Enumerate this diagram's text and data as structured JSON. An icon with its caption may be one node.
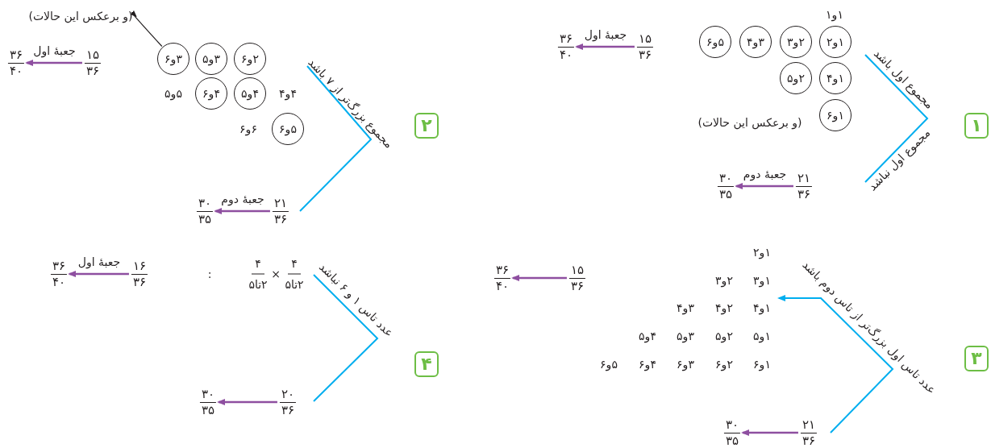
{
  "diagram": {
    "nodes": [
      {
        "text": [
          "۱"
        ]
      },
      {
        "text": [
          "۱و۲"
        ]
      },
      {
        "text": [
          "۲و۳"
        ]
      },
      {
        "text": [
          "۳و۴"
        ]
      },
      {
        "text": [
          "۵و۶"
        ]
      },
      {
        "text": [
          "۱و۴"
        ]
      },
      {
        "text": [
          "۲و۵"
        ]
      },
      {
        "text": [
          "۱و۶"
        ]
      },
      {
        "text": [
          "۱۵",
          "۳۶"
        ]
      },
      {
        "text": [
          "۳۶",
          "۴۰"
        ]
      },
      {
        "text": [
          "۲۱",
          "۳۶"
        ]
      },
      {
        "text": [
          "۳۰",
          "۳۵"
        ]
      },
      {
        "text": [
          "۲"
        ]
      },
      {
        "text": [
          "(و برعکس این حالات)"
        ]
      },
      {
        "text": [
          "۲و۶"
        ]
      },
      {
        "text": [
          "۳و۵"
        ]
      },
      {
        "text": [
          "۳و۶"
        ]
      },
      {
        "text": [
          "۴و۵"
        ]
      },
      {
        "text": [
          "۴و۶"
        ]
      },
      {
        "text": [
          "۵و۶"
        ]
      },
      {
        "text": [
          "۱۵",
          "۳۶"
        ]
      },
      {
        "text": [
          "۳۶",
          "۴۰"
        ]
      },
      {
        "text": [
          "۲۱",
          "۳۶"
        ]
      },
      {
        "text": [
          "۳۰",
          "۳۵"
        ]
      },
      {
        "text": [
          "۳"
        ]
      },
      {
        "text": [
          "۱۵",
          "۳۶"
        ]
      },
      {
        "text": [
          "۳۶",
          "۴۰"
        ]
      },
      {
        "text": [
          "۲۱",
          "۳۶"
        ]
      },
      {
        "text": [
          "۳۰",
          "۳۵"
        ]
      },
      {
        "text": [
          "۴"
        ]
      },
      {
        "text": [
          "۱۶",
          "۳۶"
        ]
      },
      {
        "text": [
          "۳۶",
          "۴۰"
        ]
      },
      {
        "text": [
          "۲۰",
          "۳۶"
        ]
      },
      {
        "text": [
          "۳۰",
          "۳۵"
        ]
      }
    ],
    "edges": [
      {
        "from": 8,
        "to": 9,
        "arrow": "to",
        "label": "جعبهٔ اول"
      },
      {
        "from": 10,
        "to": 11,
        "arrow": "to",
        "label": "جعبهٔ دوم"
      },
      {
        "from": 16,
        "to": 13,
        "arrow": "to",
        "color": "#231f20"
      },
      {
        "from": 20,
        "to": 21,
        "arrow": "to",
        "label": "جعبهٔ اول"
      },
      {
        "from": 22,
        "to": 23,
        "arrow": "to",
        "label": "جعبهٔ دوم"
      },
      {
        "from": 25,
        "to": 26,
        "arrow": "to"
      },
      {
        "from": 27,
        "to": 28,
        "arrow": "to"
      },
      {
        "from": 30,
        "to": 31,
        "arrow": "to",
        "label": "جعبهٔ اول"
      },
      {
        "from": 32,
        "to": 33,
        "arrow": "to"
      }
    ],
    "labels": [
      "۱و۱",
      "(و برعکس این حالات)",
      "مجموع اول باشد",
      "مجموع اول نباشد",
      "۴و۴",
      "۵و۵",
      "۶و۶",
      "مجموع بزرگ‌تر از ۷ باشد",
      "عدد تاس اول بزرگ‌تر از تاس دوم باشد",
      "۱و۲",
      "۱و۳",
      "۲و۳",
      "۱و۴",
      "۲و۴",
      "۳و۴",
      "۱و۵",
      "۲و۵",
      "۳و۵",
      "۴و۵",
      "۱و۶",
      "۲و۶",
      "۳و۶",
      "۴و۶",
      "۵و۶",
      "عدد تاس ۱ و ۶ نباشد",
      "۴",
      "۲تا۵",
      "×",
      "۴",
      "۲تا۵",
      ":"
    ]
  }
}
